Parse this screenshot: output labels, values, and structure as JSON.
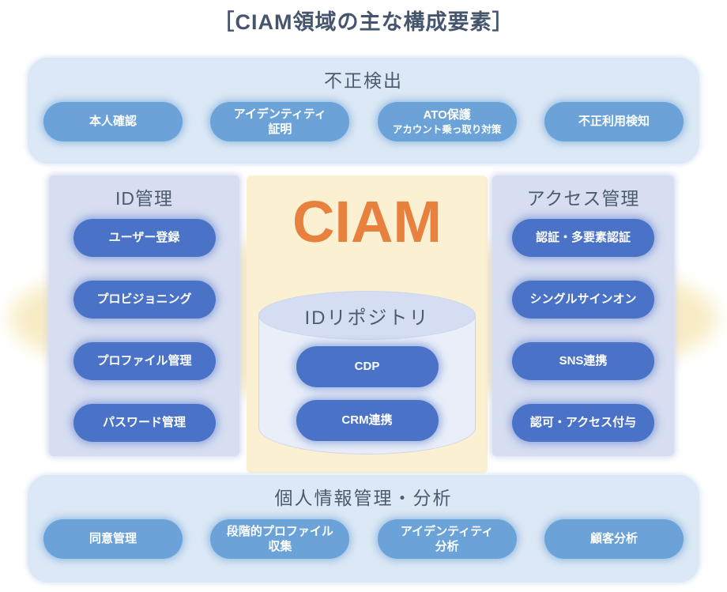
{
  "title": "［CIAM領域の主な構成要素］",
  "colors": {
    "band_background": "#dce8f5",
    "light_pill": "#6ba3d9",
    "column_background": "#d8def1",
    "dark_pill": "#4a73c7",
    "center_background": "#fcf0d3",
    "yellow_glow": "#f8ecc5",
    "brand_orange": "#e8813d",
    "header_text": "#4d5b70",
    "pill_text": "#ffffff"
  },
  "fraud_section": {
    "header": "不正検出",
    "pills": [
      {
        "line1": "本人確認"
      },
      {
        "line1": "アイデンティティ",
        "line2": "証明"
      },
      {
        "line1": "ATO保護",
        "line2": "アカウント乗っ取り対策"
      },
      {
        "line1": "不正利用検知"
      }
    ]
  },
  "id_section": {
    "header": "ID管理",
    "pills": [
      {
        "line1": "ユーザー登録"
      },
      {
        "line1": "プロビジョニング"
      },
      {
        "line1": "プロファイル管理"
      },
      {
        "line1": "パスワード管理"
      }
    ]
  },
  "access_section": {
    "header": "アクセス管理",
    "pills": [
      {
        "line1": "認証・多要素認証"
      },
      {
        "line1": "シングルサインオン"
      },
      {
        "line1": "SNS連携"
      },
      {
        "line1": "認可・アクセス付与"
      }
    ]
  },
  "center": {
    "brand": "CIAM",
    "repository": {
      "title": "IDリポジトリ",
      "pills": [
        {
          "line1": "CDP"
        },
        {
          "line1": "CRM連携"
        }
      ]
    }
  },
  "privacy_section": {
    "header": "個人情報管理・分析",
    "pills": [
      {
        "line1": "同意管理"
      },
      {
        "line1": "段階的プロファイル",
        "line2": "収集"
      },
      {
        "line1": "アイデンティティ",
        "line2": "分析"
      },
      {
        "line1": "顧客分析"
      }
    ]
  }
}
